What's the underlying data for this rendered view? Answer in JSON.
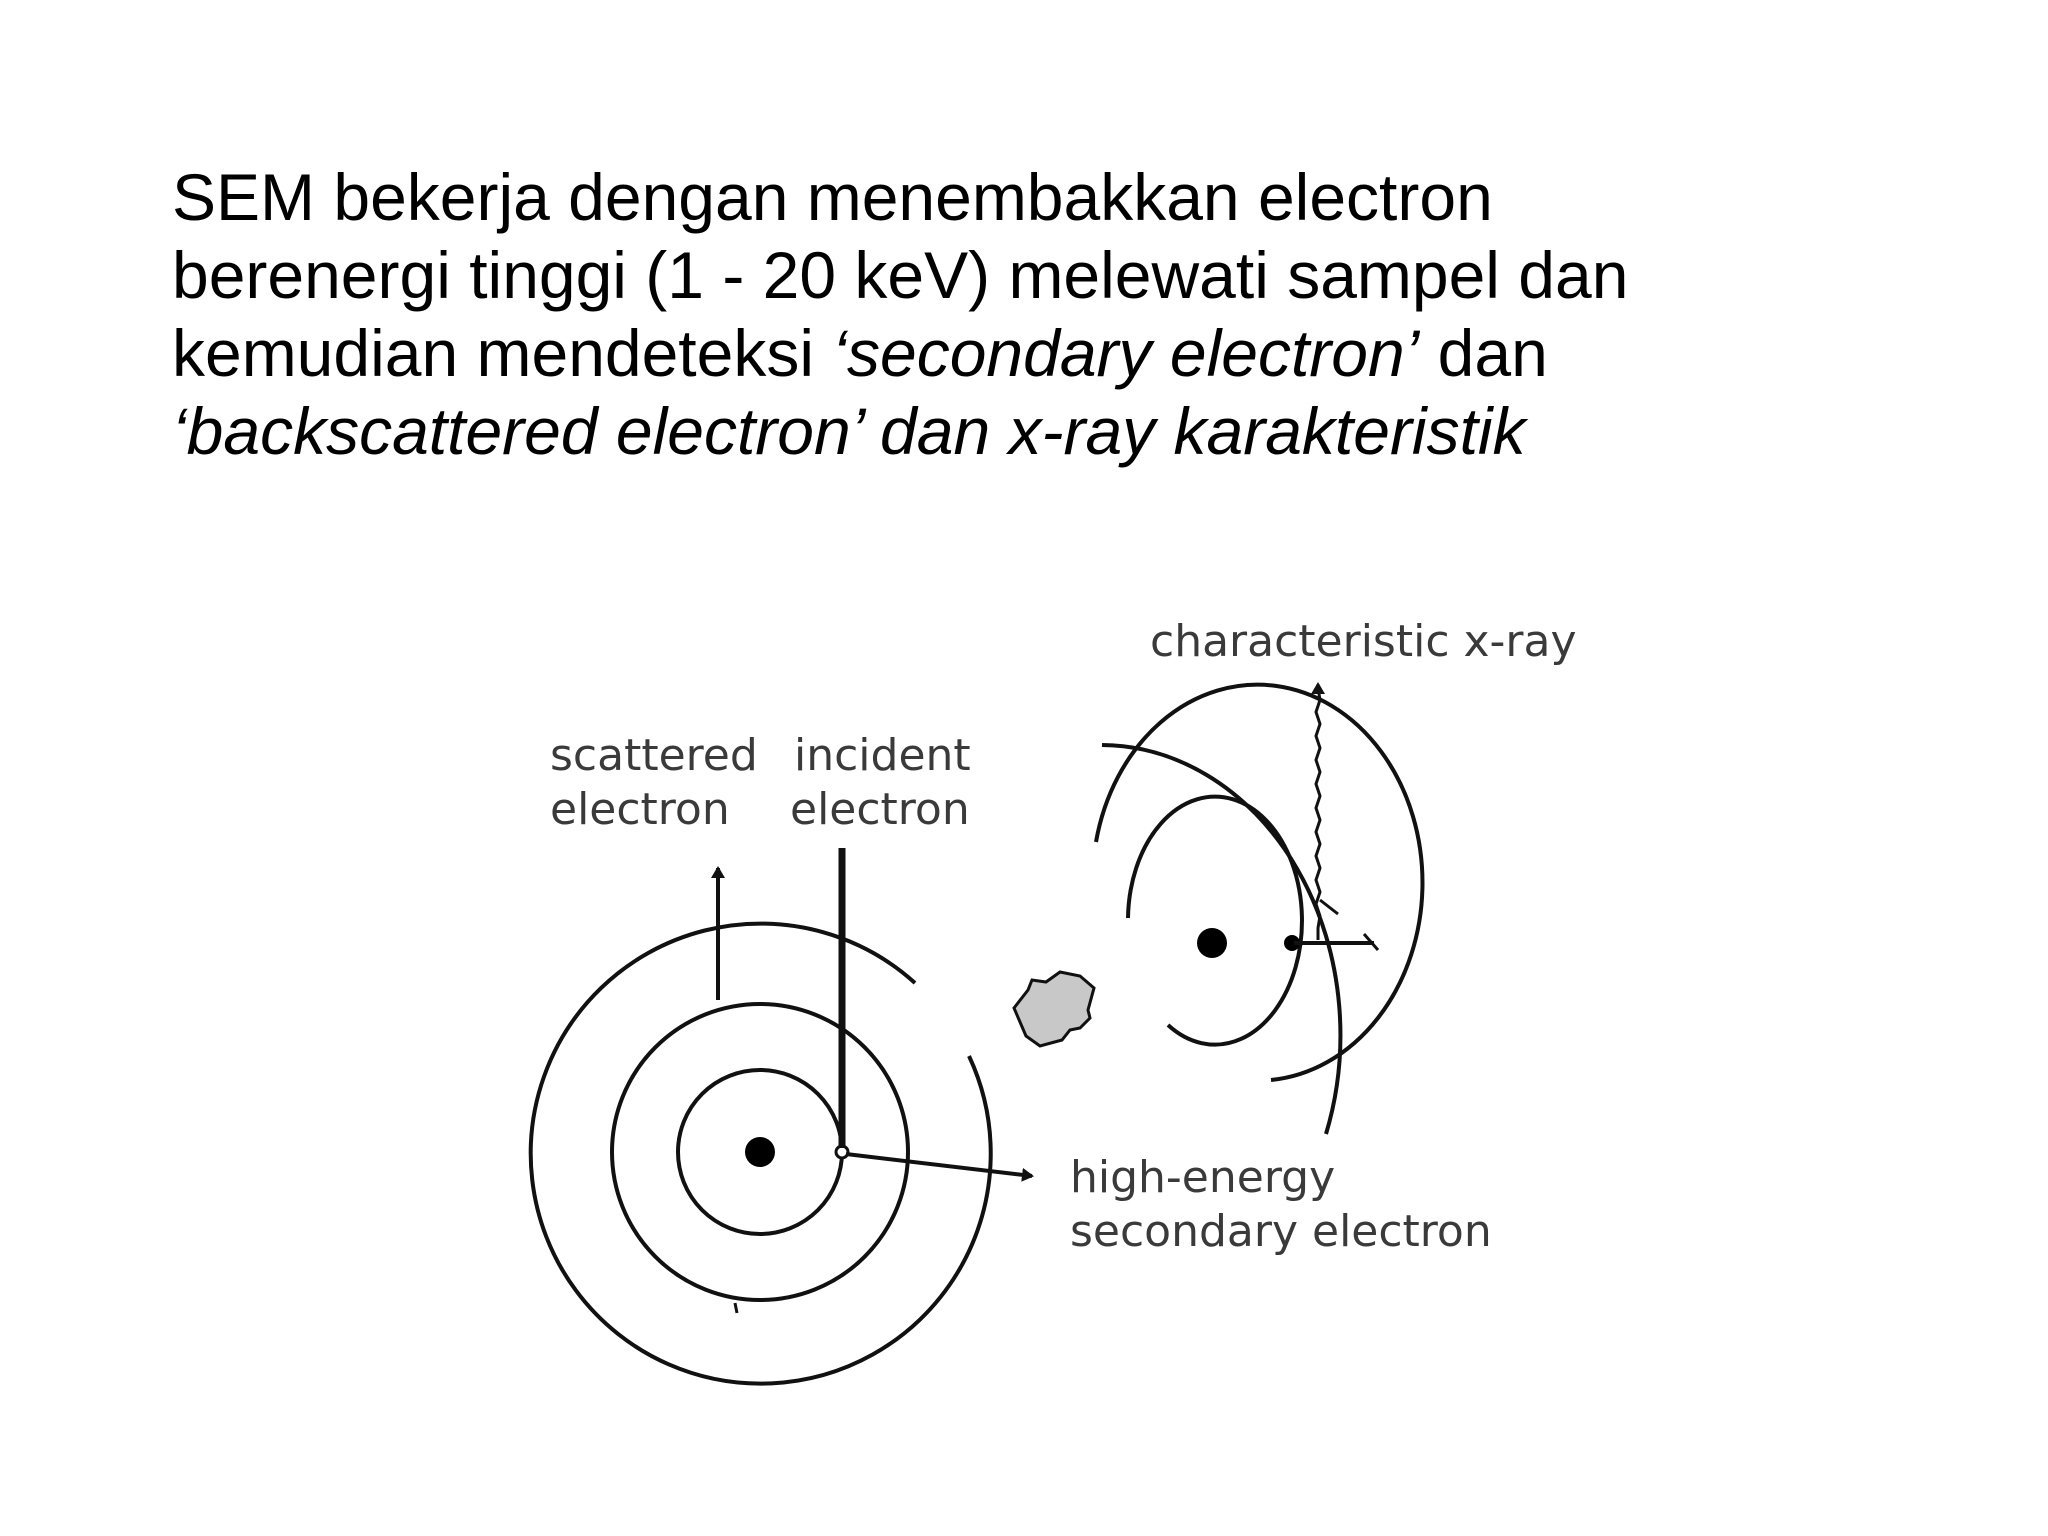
{
  "paragraph": {
    "line1": "SEM bekerja dengan menembakkan electron",
    "line2": "berenergi tinggi (1 - 20 keV) melewati sampel dan",
    "line3_normal": "kemudian mendeteksi ",
    "line3_italic": "‘secondary electron’",
    "line3_end": " dan",
    "line4_italic": "‘backscattered electron’ dan x-ray karakteristik"
  },
  "diagram": {
    "labels": {
      "scattered_line1": "scattered",
      "scattered_line2": "electron",
      "incident_line1": "incident",
      "incident_line2": "electron",
      "high_energy_line1": "high-energy",
      "high_energy_line2": "secondary electron",
      "xray": "characteristic x-ray"
    }
  }
}
